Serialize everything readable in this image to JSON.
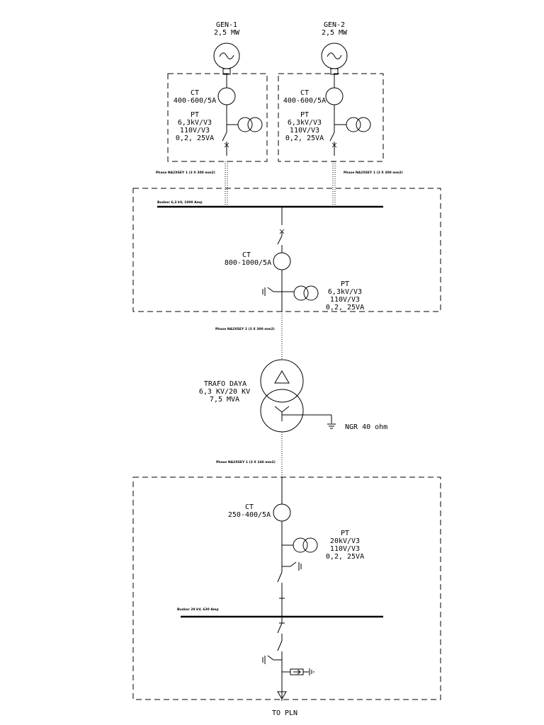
{
  "generators": [
    {
      "name": "GEN-1",
      "rating": "2,5 MW"
    },
    {
      "name": "GEN-2",
      "rating": "2,5 MW"
    }
  ],
  "gen_ct": {
    "label": "CT",
    "ratio": "400-600/5A"
  },
  "gen_pt": {
    "label": "PT",
    "l1": "6,3kV/V3",
    "l2": "110V/V3",
    "l3": "0,2, 25VA"
  },
  "cable_gen": "Phase NA2XSEY 1 (3 X 300 mm2)",
  "busbar_63": "Busbar 6,3 kV, 1000 Amp",
  "bus63_ct": {
    "label": "CT",
    "ratio": "800-1000/5A"
  },
  "bus63_pt": {
    "label": "PT",
    "l1": "6,3kV/V3",
    "l2": "110V/V3",
    "l3": "0,2, 25VA"
  },
  "cable_trafo": "Phase NA2XSEY 2 (3 X 300 mm2)",
  "trafo": {
    "l1": "TRAFO DAYA",
    "l2": "6,3 KV/20 KV",
    "l3": "7,5 MVA"
  },
  "ngr": "NGR 40 ohm",
  "cable_20": "Phase NA2XSEY 1 (3 X 240 mm2)",
  "bus20_ct": {
    "label": "CT",
    "ratio": "250-400/5A"
  },
  "bus20_pt": {
    "label": "PT",
    "l1": "20kV/V3",
    "l2": "110V/V3",
    "l3": "0,2, 25VA"
  },
  "busbar_20": "Busbar 20 kV, 630 Amp",
  "to_pln": "TO PLN"
}
